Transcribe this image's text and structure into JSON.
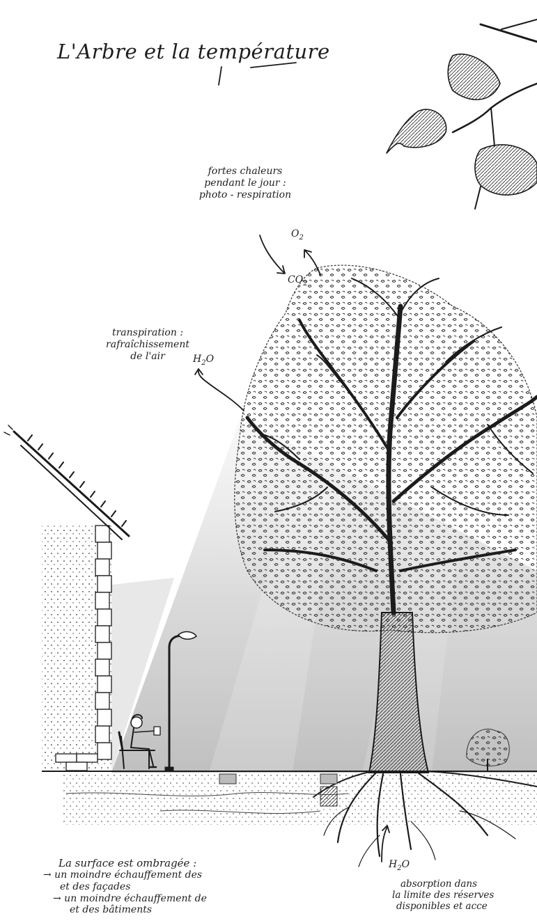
{
  "title": "L'Arbre et la température",
  "photo_respiration": {
    "lines": [
      "fortes chaleurs",
      "pendant le jour :",
      "photo - respiration"
    ]
  },
  "chem": {
    "o2_base": "O",
    "o2_sub": "2",
    "co2_base": "CO",
    "co2_sub": "2",
    "h2o_top_a": "H",
    "h2o_top_sub": "2",
    "h2o_top_b": "O",
    "h2o_root_a": "H",
    "h2o_root_sub": "2",
    "h2o_root_b": "O"
  },
  "transpiration": {
    "lines": [
      "transpiration :",
      "rafraîchissement",
      "de l'air"
    ]
  },
  "surface": {
    "lines": [
      "La surface est ombragée :",
      "→ un moindre échauffement des",
      "et des façades",
      "→ un moindre échauffement de",
      "et des bâtiments"
    ]
  },
  "absorption": {
    "lines": [
      "absorption dans",
      "la limite des réserves",
      "disponibles et acce"
    ]
  }
}
